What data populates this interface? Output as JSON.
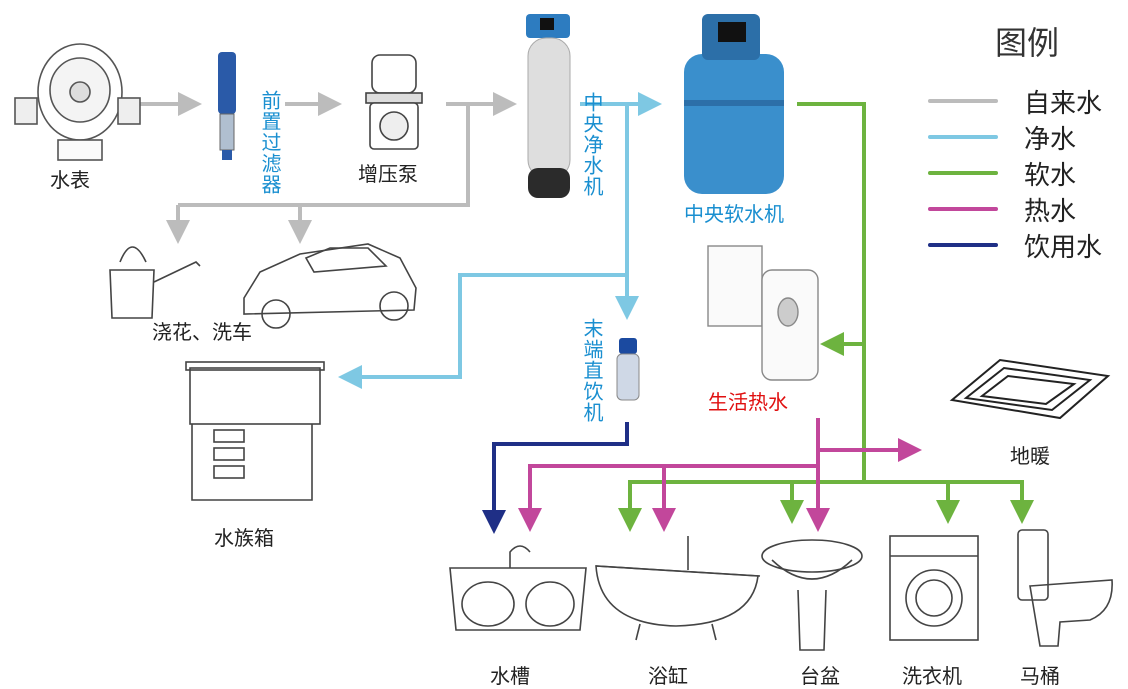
{
  "legend": {
    "title": "图例",
    "items": [
      {
        "label": "自来水",
        "color": "#bcbcbc"
      },
      {
        "label": "净水",
        "color": "#7ec8e3"
      },
      {
        "label": "软水",
        "color": "#6db33f"
      },
      {
        "label": "热水",
        "color": "#c2479b"
      },
      {
        "label": "饮用水",
        "color": "#1f2f86"
      }
    ]
  },
  "labels": {
    "water_meter": "水表",
    "prefilter": "前置过滤器",
    "booster_pump": "增压泵",
    "central_purifier": "中央净水机",
    "central_softener": "中央软水机",
    "terminal_drinker": "末端直饮机",
    "garden_car": "浇花、洗车",
    "aquarium": "水族箱",
    "hot_water": "生活热水",
    "floor_heating": "地暖",
    "sink": "水槽",
    "bathtub": "浴缸",
    "basin": "台盆",
    "washer": "洗衣机",
    "toilet": "马桶"
  }
}
